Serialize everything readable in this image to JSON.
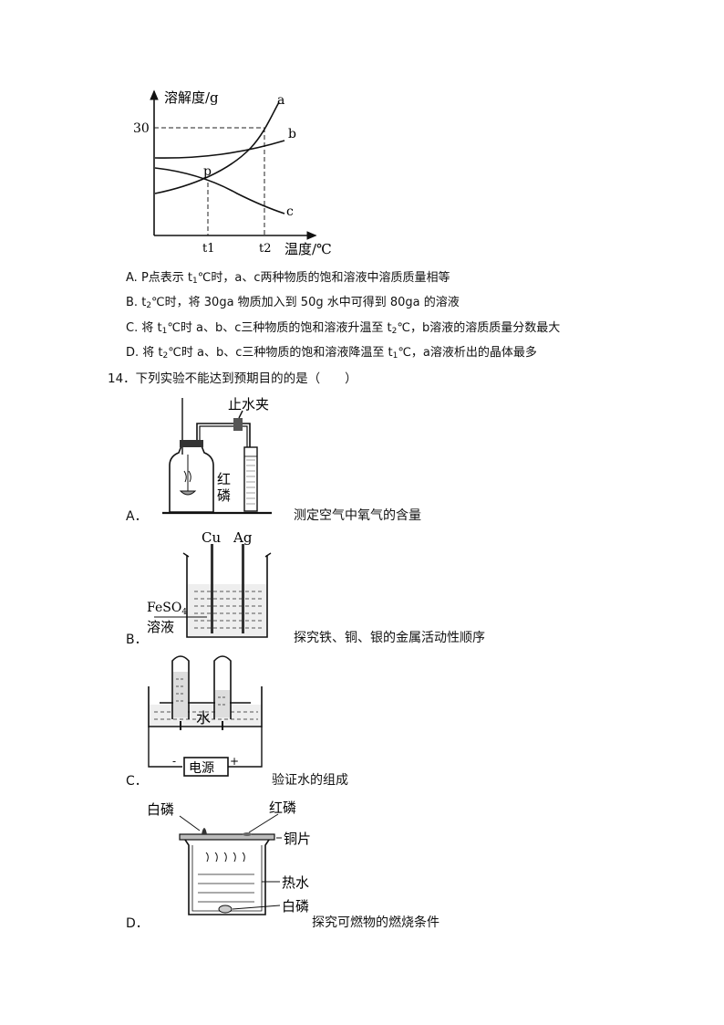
{
  "q13": {
    "chart_data": {
      "type": "line",
      "ylabel": "溶解度/g",
      "xlabel": "温度/℃",
      "y_tick": "30",
      "x_ticks": [
        "t1",
        "t2"
      ],
      "point_label": "p",
      "series": [
        {
          "name": "a",
          "trend": "increasing steeply"
        },
        {
          "name": "b",
          "trend": "increasing slowly"
        },
        {
          "name": "c",
          "trend": "decreasing"
        }
      ]
    },
    "options": {
      "A": {
        "letter": "A.",
        "pre": "P点表示 t",
        "sub": "1",
        "post": "℃时，a、c两种物质的饱和溶液中溶质质量相等"
      },
      "B": {
        "letter": "B.",
        "pre": "t",
        "sub": "2",
        "post": "℃时，将 30ga 物质加入到 50g 水中可得到 80ga 的溶液"
      },
      "C": {
        "letter": "C.",
        "pre": "将 t",
        "sub": "1",
        "mid": "℃时 a、b、c三种物质的饱和溶液升温至 t",
        "sub2": "2",
        "post": "℃，b溶液的溶质质量分数最大"
      },
      "D": {
        "letter": "D.",
        "pre": "将 t",
        "sub": "2",
        "mid": "℃时 a、b、c三种物质的饱和溶液降温至 t",
        "sub2": "1",
        "post": "℃，a溶液析出的晶体最多"
      }
    }
  },
  "q14": {
    "stem": "14．下列实验不能达到预期目的的是（　　）",
    "A": {
      "letter": "A．",
      "caption": "测定空气中氧气的含量",
      "clip_label": "止水夹",
      "red_label_1": "红",
      "red_label_2": "磷"
    },
    "B": {
      "letter": "B．",
      "caption": "探究铁、铜、银的金属活动性顺序",
      "cu": "Cu",
      "ag": "Ag",
      "sol_1": "FeSO",
      "sol_sub": "4",
      "sol_2": "溶液"
    },
    "C": {
      "letter": "C．",
      "caption": "验证水的组成",
      "water": "水",
      "power": "电源",
      "minus": "-",
      "plus": "+"
    },
    "D": {
      "letter": "D．",
      "caption": "探究可燃物的燃烧条件",
      "white_p_top": "白磷",
      "red_p": "红磷",
      "copper": "铜片",
      "hot_water": "热水",
      "white_p_bottom": "白磷"
    }
  }
}
